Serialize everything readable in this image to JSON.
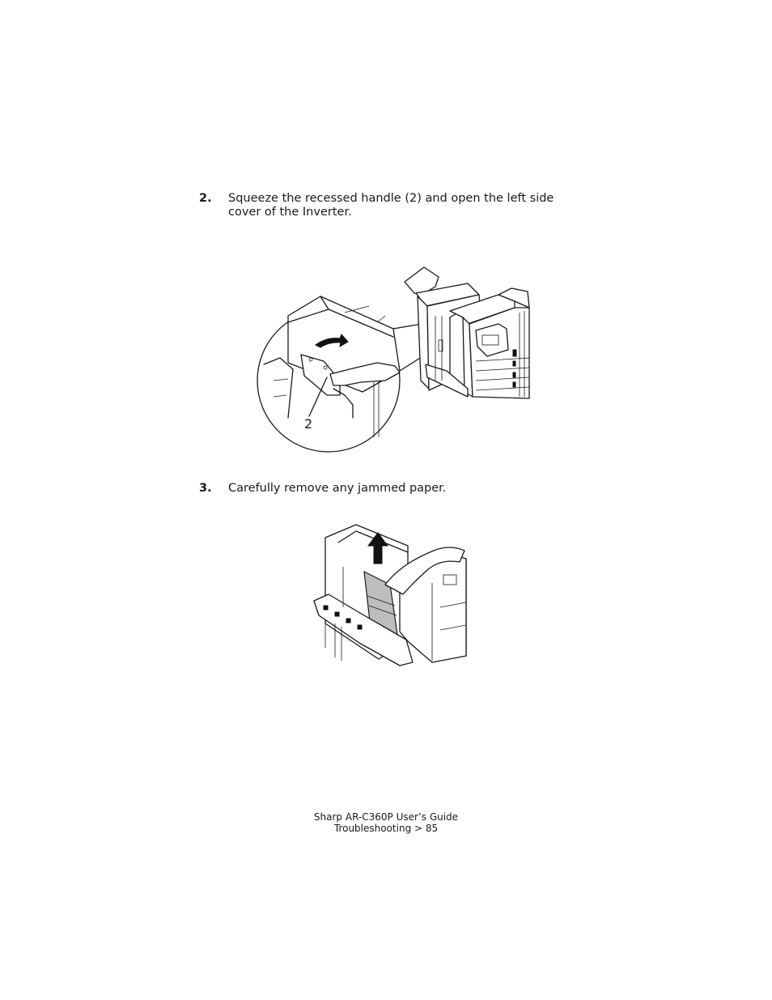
{
  "steps": [
    {
      "number": "2.",
      "text": "Squeeze the recessed handle (2) and open the left side cover of the Inverter."
    },
    {
      "number": "3.",
      "text": "Carefully remove any jammed paper."
    }
  ],
  "figures": {
    "open_cover": {
      "callout_label": "2"
    }
  },
  "footer": {
    "line1": "Sharp AR-C360P User’s Guide",
    "line2": "Troubleshooting > 85"
  }
}
